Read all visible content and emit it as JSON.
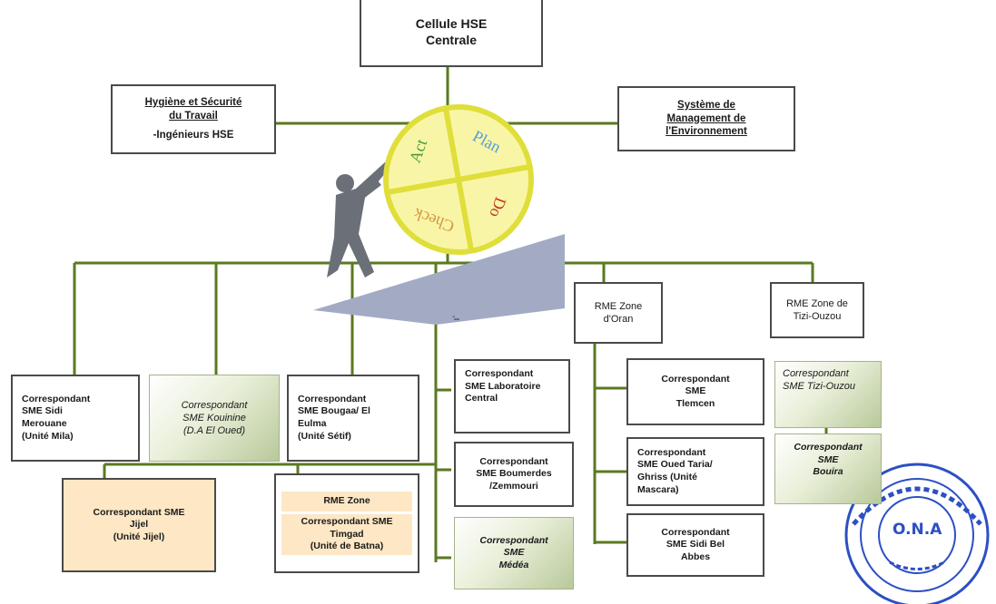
{
  "top": {
    "line1": "Cellule HSE",
    "line2": "Centrale"
  },
  "hygiene": {
    "line1": "Hygiène et Sécurité",
    "line2": "du Travail",
    "line3": "-Ingénieurs HSE"
  },
  "sme_env": {
    "line1": "Système de",
    "line2": "Management de",
    "line3": "l'Environnement"
  },
  "pdca": {
    "plan": "Plan",
    "do": "Do",
    "check": "Check",
    "act": "Act"
  },
  "rme_oran": {
    "line1": "RME Zone",
    "line2": "d'Oran"
  },
  "rme_tizi": {
    "line1": "RME Zone de",
    "line2": "Tizi-Ouzou"
  },
  "dash_mark": "-",
  "corr_sidi_merouane": {
    "line1": "Correspondant",
    "line2": "SME Sidi",
    "line3": "Merouane",
    "line4": "(Unité Mila)"
  },
  "corr_kouinine": {
    "line1": "Correspondant",
    "line2": "SME Kouinine",
    "line3": "(D.A El Oued)"
  },
  "corr_bougaa": {
    "line1": "Correspondant",
    "line2": "SME Bougaa/ El",
    "line3": "Eulma",
    "line4": "(Unité Sétif)"
  },
  "corr_labo": {
    "line1": "Correspondant",
    "line2": "SME Laboratoire",
    "line3": "Central"
  },
  "corr_boumerdes": {
    "line1": "Correspondant",
    "line2": "SME Boumerdes",
    "line3": "/Zemmouri"
  },
  "corr_medea": {
    "line1": "Correspondant",
    "line2": "SME",
    "line3": "Médéa"
  },
  "corr_jijel": {
    "line1": "Correspondant SME",
    "line2": "Jijel",
    "line3": "(Unité Jijel)"
  },
  "corr_timgad": {
    "line1": "RME Zone",
    "line2": "Correspondant SME",
    "line3": "Timgad",
    "line4": "(Unité de Batna)"
  },
  "corr_tlemcen": {
    "line1": "Correspondant",
    "line2": "SME",
    "line3": "Tlemcen"
  },
  "corr_oued_taria": {
    "line1": "Correspondant",
    "line2": "SME Oued Taria/",
    "line3": "Ghriss (Unité",
    "line4": "Mascara)"
  },
  "corr_sidi_bel_abbes": {
    "line1": "Correspondant",
    "line2": "SME Sidi Bel",
    "line3": "Abbes"
  },
  "corr_tizi": {
    "line1": "Correspondant",
    "line2": "SME Tizi-Ouzou"
  },
  "corr_bouira": {
    "line1": "Correspondant",
    "line2": "SME",
    "line3": "Bouira"
  },
  "stamp": {
    "center": "O.N.A"
  },
  "colors": {
    "connector": "#5a7a1f",
    "pdca_wheel": "#f3f070",
    "pdca_border": "#e0de3a",
    "slope": "#a3abc4",
    "figure": "#6a6f78"
  }
}
